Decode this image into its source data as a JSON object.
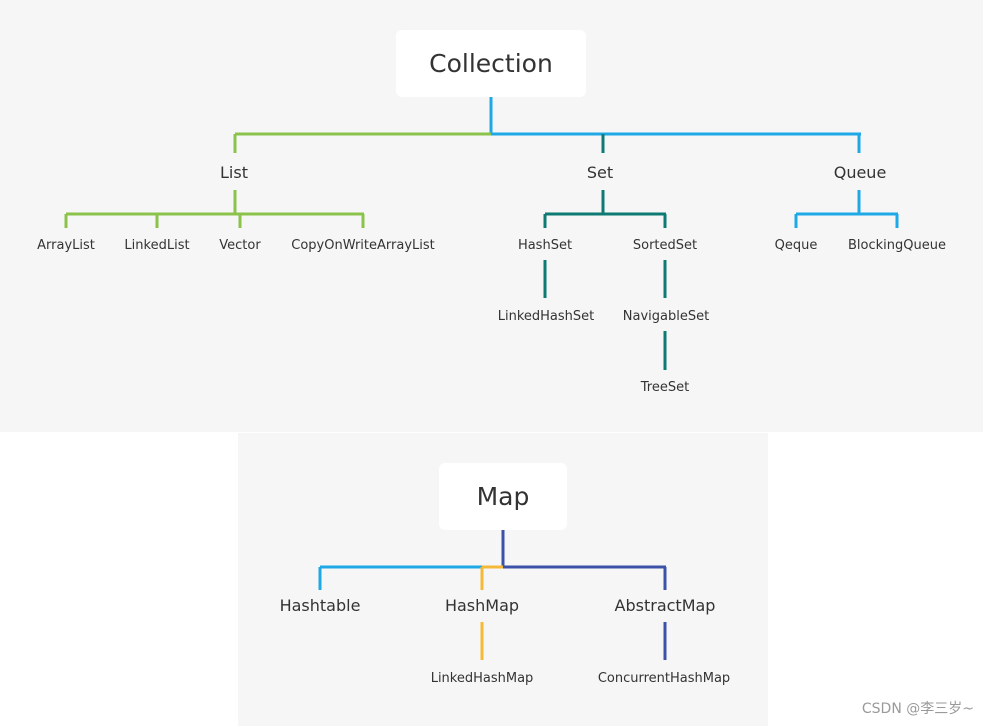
{
  "collection": {
    "root": "Collection",
    "list": {
      "label": "List",
      "children": [
        "ArrayList",
        "LinkedList",
        "Vector",
        "CopyOnWriteArrayList"
      ]
    },
    "set": {
      "label": "Set",
      "hashset": "HashSet",
      "sortedset": "SortedSet",
      "linkedhashset": "LinkedHashSet",
      "navigableset": "NavigableSet",
      "treeset": "TreeSet"
    },
    "queue": {
      "label": "Queue",
      "children": [
        "Qeque",
        "BlockingQueue"
      ]
    }
  },
  "map": {
    "root": "Map",
    "hashtable": "Hashtable",
    "hashmap": "HashMap",
    "abstractmap": "AbstractMap",
    "linkedhashmap": "LinkedHashMap",
    "concurrenthashmap": "ConcurrentHashMap"
  },
  "colors": {
    "green": "#8bc34a",
    "blue": "#1ea8e6",
    "teal": "#0d7a73",
    "navy": "#3c52a8",
    "orange": "#f5b93a"
  },
  "watermark": "CSDN @李三岁~"
}
